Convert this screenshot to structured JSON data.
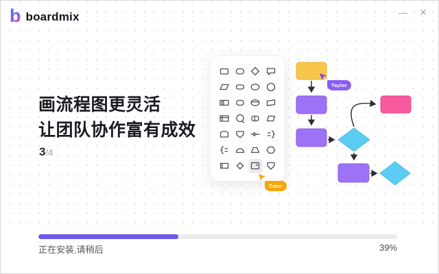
{
  "window": {
    "brand": "boardmix",
    "minimize_label": "—",
    "close_label": "✕"
  },
  "hero": {
    "headline_line1": "画流程图更灵活",
    "headline_line2": "让团队协作富有成效",
    "page_current": "3",
    "page_total": "/4"
  },
  "shape_panel": {
    "selected_index": 26,
    "icons": [
      "rectangle",
      "rounded-rectangle",
      "diamond",
      "callout",
      "parallelogram",
      "stadium",
      "ellipse",
      "circle",
      "predefined-process",
      "rounded-box",
      "horizontal-cylinder",
      "flag",
      "internal-storage",
      "loop-limit",
      "divided-process",
      "card",
      "display",
      "shield",
      "valve",
      "brace-right",
      "brace-left",
      "half-circle",
      "trapezoid",
      "hexagon",
      "tape",
      "small-diamond",
      "note",
      "shield-point"
    ]
  },
  "cursors": {
    "taylor": {
      "label": "Taylor",
      "color": "#8b5cf6"
    },
    "coco": {
      "label": "Coco",
      "color": "#f7a60a"
    }
  },
  "flowchart": {
    "nodes": [
      {
        "id": "start",
        "shape": "rectangle",
        "color": "#f8c64a",
        "border": "#e5b23a"
      },
      {
        "id": "step1",
        "shape": "rectangle",
        "color": "#9e72f4",
        "border": "#8d60e6"
      },
      {
        "id": "step2",
        "shape": "rectangle",
        "color": "#9e72f4",
        "border": "#8d60e6"
      },
      {
        "id": "result",
        "shape": "rectangle",
        "color": "#f75a9d",
        "border": "#e64a8d"
      },
      {
        "id": "decide1",
        "shape": "diamond",
        "color": "#5bcdf2",
        "border": "#4abbe2"
      },
      {
        "id": "step3",
        "shape": "rectangle",
        "color": "#9e72f4",
        "border": "#8d60e6"
      },
      {
        "id": "decide2",
        "shape": "diamond",
        "color": "#5bcdf2",
        "border": "#4abbe2"
      }
    ],
    "arrow_color": "#2e2e36"
  },
  "footer": {
    "status_text": "正在安装,请稍后",
    "percent_label": "39%",
    "progress_value": 39
  },
  "colors": {
    "accent": "#6a5ae8",
    "brand_gradient_start": "#3e7bfa",
    "brand_gradient_end": "#f5479b"
  }
}
